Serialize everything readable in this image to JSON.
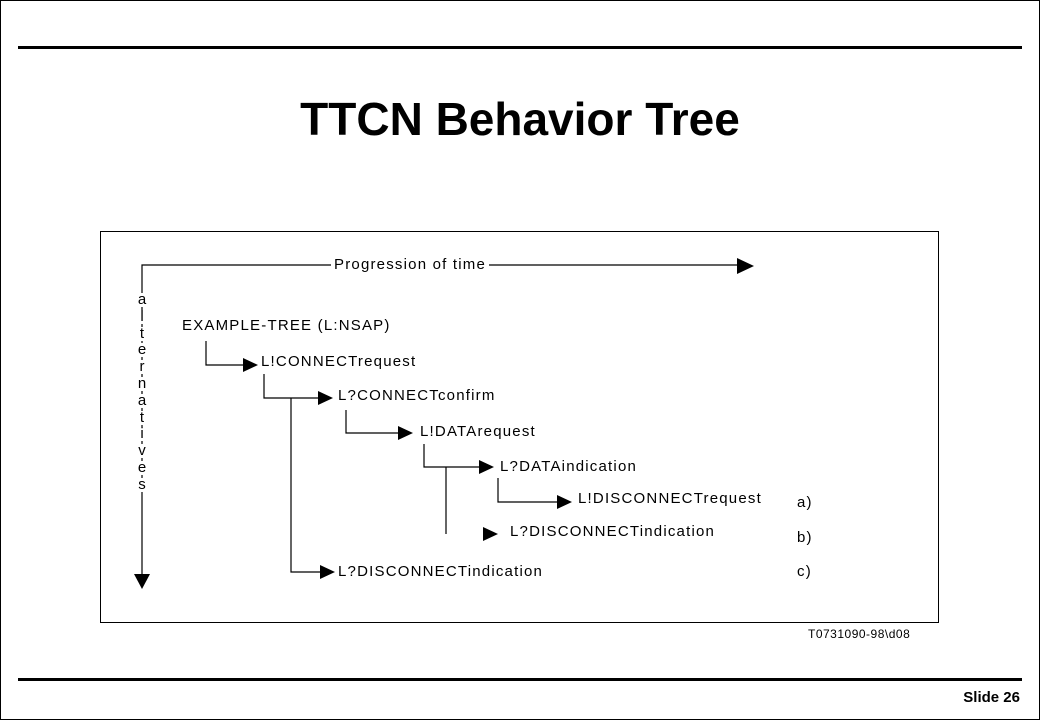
{
  "slide": {
    "title": "TTCN Behavior Tree",
    "number_label": "Slide 26"
  },
  "figure": {
    "progression_label": "Progression of time",
    "alternatives_letters": [
      "a",
      "l",
      "t",
      "e",
      "r",
      "n",
      "a",
      "t",
      "i",
      "v",
      "e",
      "s"
    ],
    "nodes": {
      "root": "EXAMPLE-TREE (L:NSAP)",
      "connect_request": "L!CONNECTrequest",
      "connect_confirm": "L?CONNECTconfirm",
      "data_request": "L!DATArequest",
      "data_indication": "L?DATAindication",
      "disconnect_request": "L!DISCONNECTrequest",
      "disconnect_indication_b": "L?DISCONNECTindication",
      "disconnect_indication_c": "L?DISCONNECTindication"
    },
    "outcomes": {
      "a": "a)",
      "b": "b)",
      "c": "c)"
    },
    "reference": "T0731090-98\\d08"
  }
}
